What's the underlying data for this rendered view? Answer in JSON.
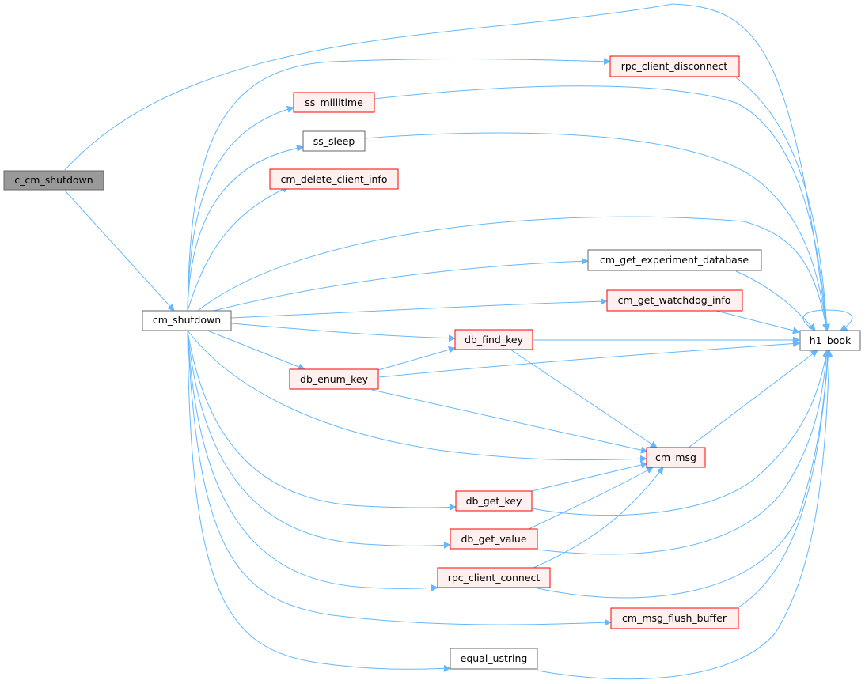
{
  "diagram": {
    "colors": {
      "edge": "#63b8ff",
      "root_fill": "#999999",
      "root_border": "#666666",
      "normal_fill": "#ffffff",
      "normal_border": "#666666",
      "external_fill": "#fff0f0",
      "external_border": "#ff0000"
    },
    "nodes": {
      "c_cm_shutdown": {
        "label": "c_cm_shutdown",
        "kind": "root"
      },
      "cm_shutdown": {
        "label": "cm_shutdown",
        "kind": "normal"
      },
      "rpc_client_disconnect": {
        "label": "rpc_client_disconnect",
        "kind": "external"
      },
      "ss_millitime": {
        "label": "ss_millitime",
        "kind": "external"
      },
      "ss_sleep": {
        "label": "ss_sleep",
        "kind": "normal"
      },
      "cm_delete_client_info": {
        "label": "cm_delete_client_info",
        "kind": "external"
      },
      "cm_get_experiment_database": {
        "label": "cm_get_experiment_database",
        "kind": "normal"
      },
      "cm_get_watchdog_info": {
        "label": "cm_get_watchdog_info",
        "kind": "external"
      },
      "db_find_key": {
        "label": "db_find_key",
        "kind": "external"
      },
      "db_enum_key": {
        "label": "db_enum_key",
        "kind": "external"
      },
      "cm_msg": {
        "label": "cm_msg",
        "kind": "external"
      },
      "db_get_key": {
        "label": "db_get_key",
        "kind": "external"
      },
      "db_get_value": {
        "label": "db_get_value",
        "kind": "external"
      },
      "rpc_client_connect": {
        "label": "rpc_client_connect",
        "kind": "external"
      },
      "cm_msg_flush_buffer": {
        "label": "cm_msg_flush_buffer",
        "kind": "external"
      },
      "equal_ustring": {
        "label": "equal_ustring",
        "kind": "normal"
      },
      "h1_book": {
        "label": "h1_book",
        "kind": "normal"
      }
    },
    "edges": [
      [
        "c_cm_shutdown",
        "cm_shutdown"
      ],
      [
        "c_cm_shutdown",
        "h1_book"
      ],
      [
        "cm_shutdown",
        "rpc_client_disconnect"
      ],
      [
        "cm_shutdown",
        "ss_millitime"
      ],
      [
        "cm_shutdown",
        "ss_sleep"
      ],
      [
        "cm_shutdown",
        "cm_delete_client_info"
      ],
      [
        "cm_shutdown",
        "h1_book"
      ],
      [
        "cm_shutdown",
        "cm_get_experiment_database"
      ],
      [
        "cm_shutdown",
        "cm_get_watchdog_info"
      ],
      [
        "cm_shutdown",
        "db_find_key"
      ],
      [
        "cm_shutdown",
        "db_enum_key"
      ],
      [
        "cm_shutdown",
        "cm_msg"
      ],
      [
        "cm_shutdown",
        "db_get_key"
      ],
      [
        "cm_shutdown",
        "db_get_value"
      ],
      [
        "cm_shutdown",
        "rpc_client_connect"
      ],
      [
        "cm_shutdown",
        "cm_msg_flush_buffer"
      ],
      [
        "cm_shutdown",
        "equal_ustring"
      ],
      [
        "rpc_client_disconnect",
        "h1_book"
      ],
      [
        "ss_millitime",
        "h1_book"
      ],
      [
        "ss_sleep",
        "h1_book"
      ],
      [
        "cm_get_experiment_database",
        "h1_book"
      ],
      [
        "cm_get_watchdog_info",
        "h1_book"
      ],
      [
        "db_find_key",
        "h1_book"
      ],
      [
        "db_find_key",
        "cm_msg"
      ],
      [
        "db_enum_key",
        "db_find_key"
      ],
      [
        "db_enum_key",
        "h1_book"
      ],
      [
        "db_enum_key",
        "cm_msg"
      ],
      [
        "cm_msg",
        "h1_book"
      ],
      [
        "db_get_key",
        "cm_msg"
      ],
      [
        "db_get_key",
        "h1_book"
      ],
      [
        "db_get_value",
        "cm_msg"
      ],
      [
        "db_get_value",
        "h1_book"
      ],
      [
        "rpc_client_connect",
        "cm_msg"
      ],
      [
        "rpc_client_connect",
        "h1_book"
      ],
      [
        "cm_msg_flush_buffer",
        "h1_book"
      ],
      [
        "equal_ustring",
        "h1_book"
      ],
      [
        "h1_book",
        "h1_book"
      ]
    ]
  }
}
